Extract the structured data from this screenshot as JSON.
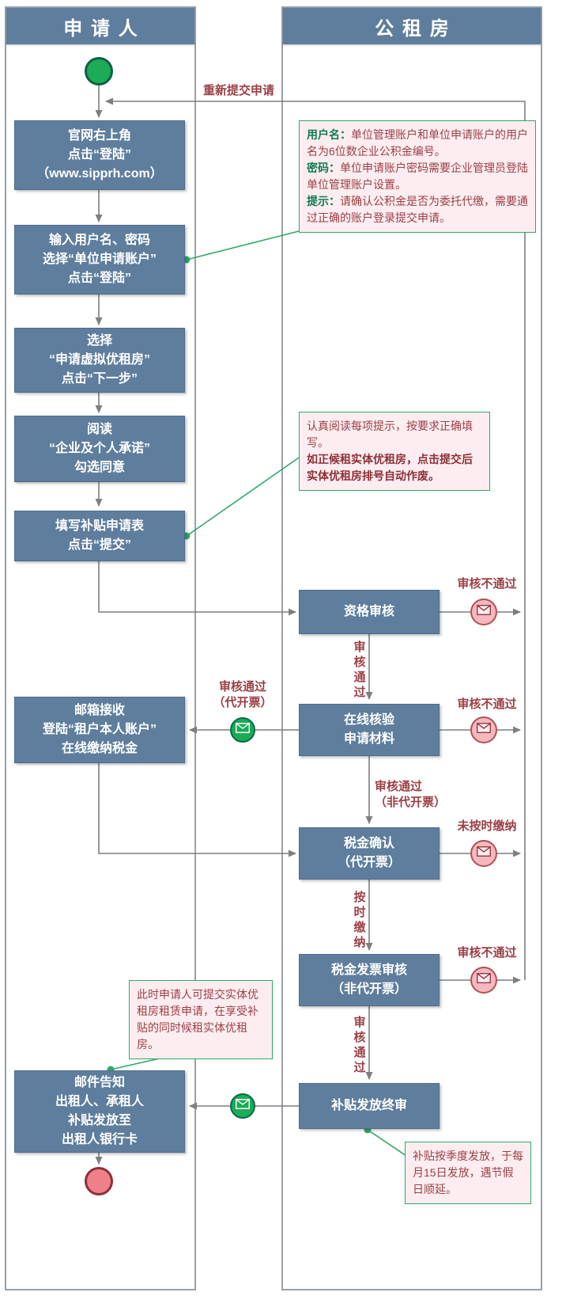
{
  "colors": {
    "box_blue": "#5f7e9d",
    "lane_border_gray": "#98a1ab",
    "note_pink_bg": "#fdedf0",
    "note_green_border": "#2fa968",
    "note_red_text": "#9b4045",
    "note_green_keyword": "#107a53",
    "arrow_gray": "#7f7f7f",
    "start_green": "#1cab57",
    "end_red": "#ef8089",
    "reject_badge_pink": "#f5b8bc"
  },
  "lanes": {
    "applicant": "申请人",
    "housing": "公租房"
  },
  "applicant": {
    "steps": [
      {
        "text": "官网右上角\n点击“登陆”\n（www.sipprh.com）"
      },
      {
        "text": "输入用户名、密码\n选择“单位申请账户”\n点击“登陆”"
      },
      {
        "text": "选择\n“申请虚拟优租房”\n点击“下一步”"
      },
      {
        "text": "阅读\n“企业及个人承诺”\n勾选同意"
      },
      {
        "text": "填写补贴申请表\n点击“提交”"
      },
      {
        "text": "邮箱接收\n登陆“租户本人账户”\n在线缴纳税金"
      },
      {
        "text": "邮件告知\n出租人、承租人\n补贴发放至\n出租人银行卡"
      }
    ]
  },
  "housing": {
    "steps": [
      {
        "text": "资格审核"
      },
      {
        "text": "在线核验\n申请材料"
      },
      {
        "text": "税金确认\n（代开票）"
      },
      {
        "text": "税金发票审核\n（非代开票）"
      },
      {
        "text": "补贴发放终审"
      }
    ]
  },
  "labels": {
    "resubmit": "重新提交申请",
    "reject_qualification": "审核不通过",
    "reject_verification": "审核不通过",
    "late_payment": "未按时缴纳",
    "reject_invoice": "审核不通过",
    "pass_after_qualification": "审\n核\n通\n过",
    "pass_proxy_invoice": "审核通过\n（代开票）",
    "pass_non_proxy_invoice": "审核通过\n（非代开票）",
    "paid_on_time": "按\n时\n缴\n纳",
    "pass_after_invoice": "审\n核\n通\n过"
  },
  "notes": {
    "login": {
      "segments": [
        {
          "label": "用户名：",
          "text": "单位管理账户和单位申请账户的用户名为6位数企业公积金编号。"
        },
        {
          "label": "密码：",
          "text": "单位申请账户密码需要企业管理员登陆单位管理账户设置。"
        },
        {
          "label": "提示：",
          "text": "请确认公积金是否为委托代缴，需要通过正确的账户登录提交申请。"
        }
      ]
    },
    "fill_form": {
      "normal": "认真阅读每项提示，按要求正确填写。",
      "bold": "如正候租实体优租房，点击提交后实体优租房排号自动作废。"
    },
    "physical_housing": "此时申请人可提交实体优租房租赁申请，在享受补贴的同时候租实体优租房。",
    "payout": "补贴按季度发放，于每月15日发放，遇节假日顺延。"
  }
}
